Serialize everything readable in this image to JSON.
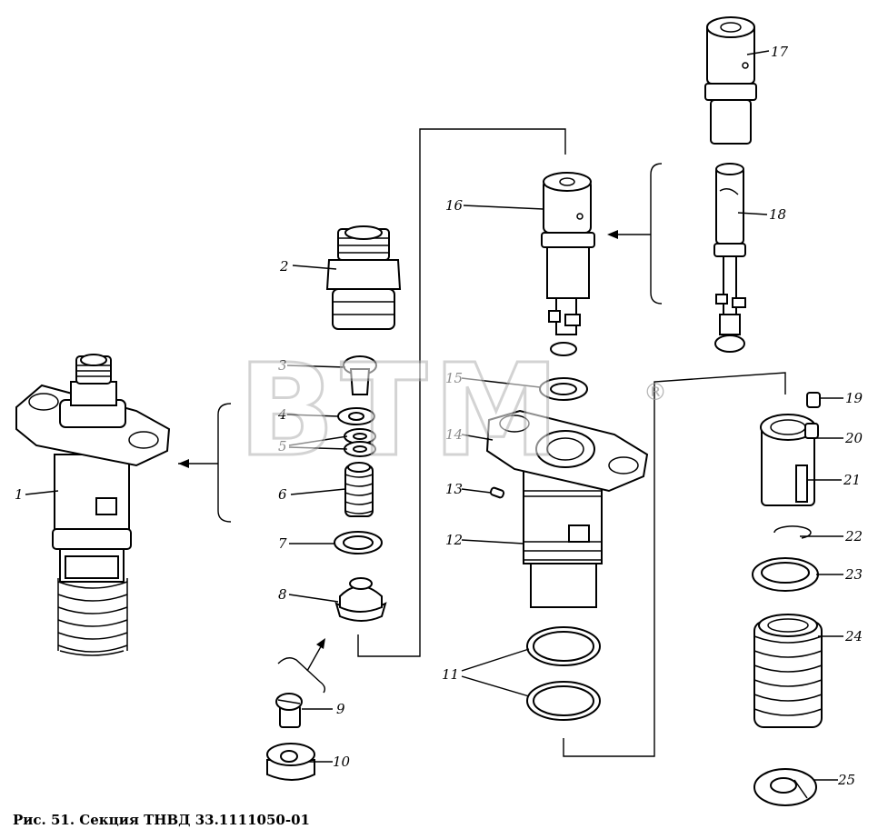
{
  "watermark": {
    "text": "BTM",
    "registered_mark": "®"
  },
  "caption": "Рис. 51. Секция ТНВД 33.1111050-01",
  "callouts": [
    "1",
    "2",
    "3",
    "4",
    "5",
    "6",
    "7",
    "8",
    "9",
    "10",
    "11",
    "12",
    "13",
    "14",
    "15",
    "16",
    "17",
    "18",
    "19",
    "20",
    "21",
    "22",
    "23",
    "24",
    "25"
  ]
}
